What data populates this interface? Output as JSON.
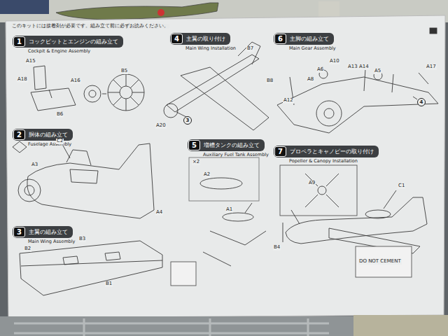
{
  "diagram": {
    "nodes": [
      {
        "text": [
          "1",
          "コックピットとエンジンの組み立て",
          "Cockpit & Engine Assembly"
        ]
      },
      {
        "text": [
          "2",
          "胴体の組み立て",
          "Fuselage Assembly"
        ]
      },
      {
        "text": [
          "3",
          "主翼の組み立て",
          "Main Wing Assembly"
        ]
      },
      {
        "text": [
          "4",
          "主翼の取り付け",
          "Main Wing Installation"
        ]
      },
      {
        "text": [
          "6",
          "主脚の組み立て",
          "Main Gear Assembly"
        ]
      },
      {
        "text": [
          "5",
          "増槽タンクの組み立て",
          "Auxiliary Fuel Tank Assembly"
        ]
      },
      {
        "text": [
          "7",
          "プロペラとキャノピーの取り付け",
          "Popeller & Canopy Installation"
        ]
      }
    ],
    "labels": [
      "このキットには接着剤が必要です。組み立て前に必ずお読みください。",
      "A15",
      "A18",
      "A16",
      "B5",
      "B6",
      "C2",
      "A3",
      "A4",
      "B2",
      "B3",
      "B1",
      "B7",
      "B8",
      "A20",
      "3",
      "A10",
      "A6",
      "A8",
      "A13",
      "A14",
      "A5",
      "A17",
      "A12",
      "4",
      "×2",
      "A2",
      "A1",
      "A9",
      "C1",
      "B4",
      "DO NOT CEMENT"
    ]
  }
}
